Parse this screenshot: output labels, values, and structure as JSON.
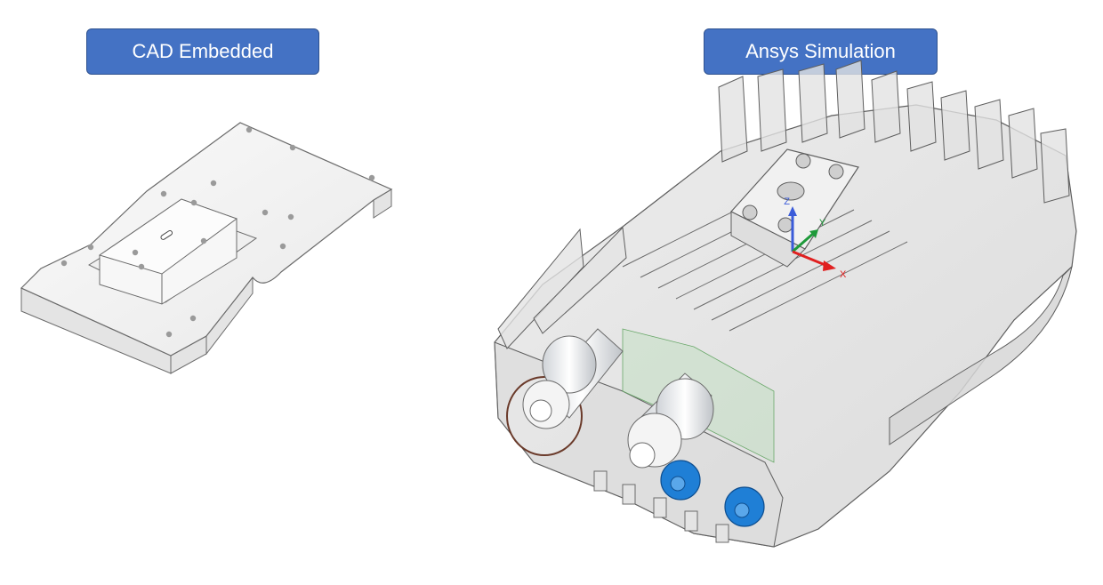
{
  "labels": {
    "left": "CAD Embedded",
    "right": "Ansys Simulation"
  },
  "axes": {
    "z": "Z",
    "y": "Y",
    "x": "X"
  },
  "colors": {
    "label_fill": "#4472c4",
    "label_border": "#2f528f",
    "axis_x": "#e02020",
    "axis_y": "#1e9a3a",
    "axis_z": "#3a5bd9",
    "connector_blue": "#1f7fd6"
  }
}
